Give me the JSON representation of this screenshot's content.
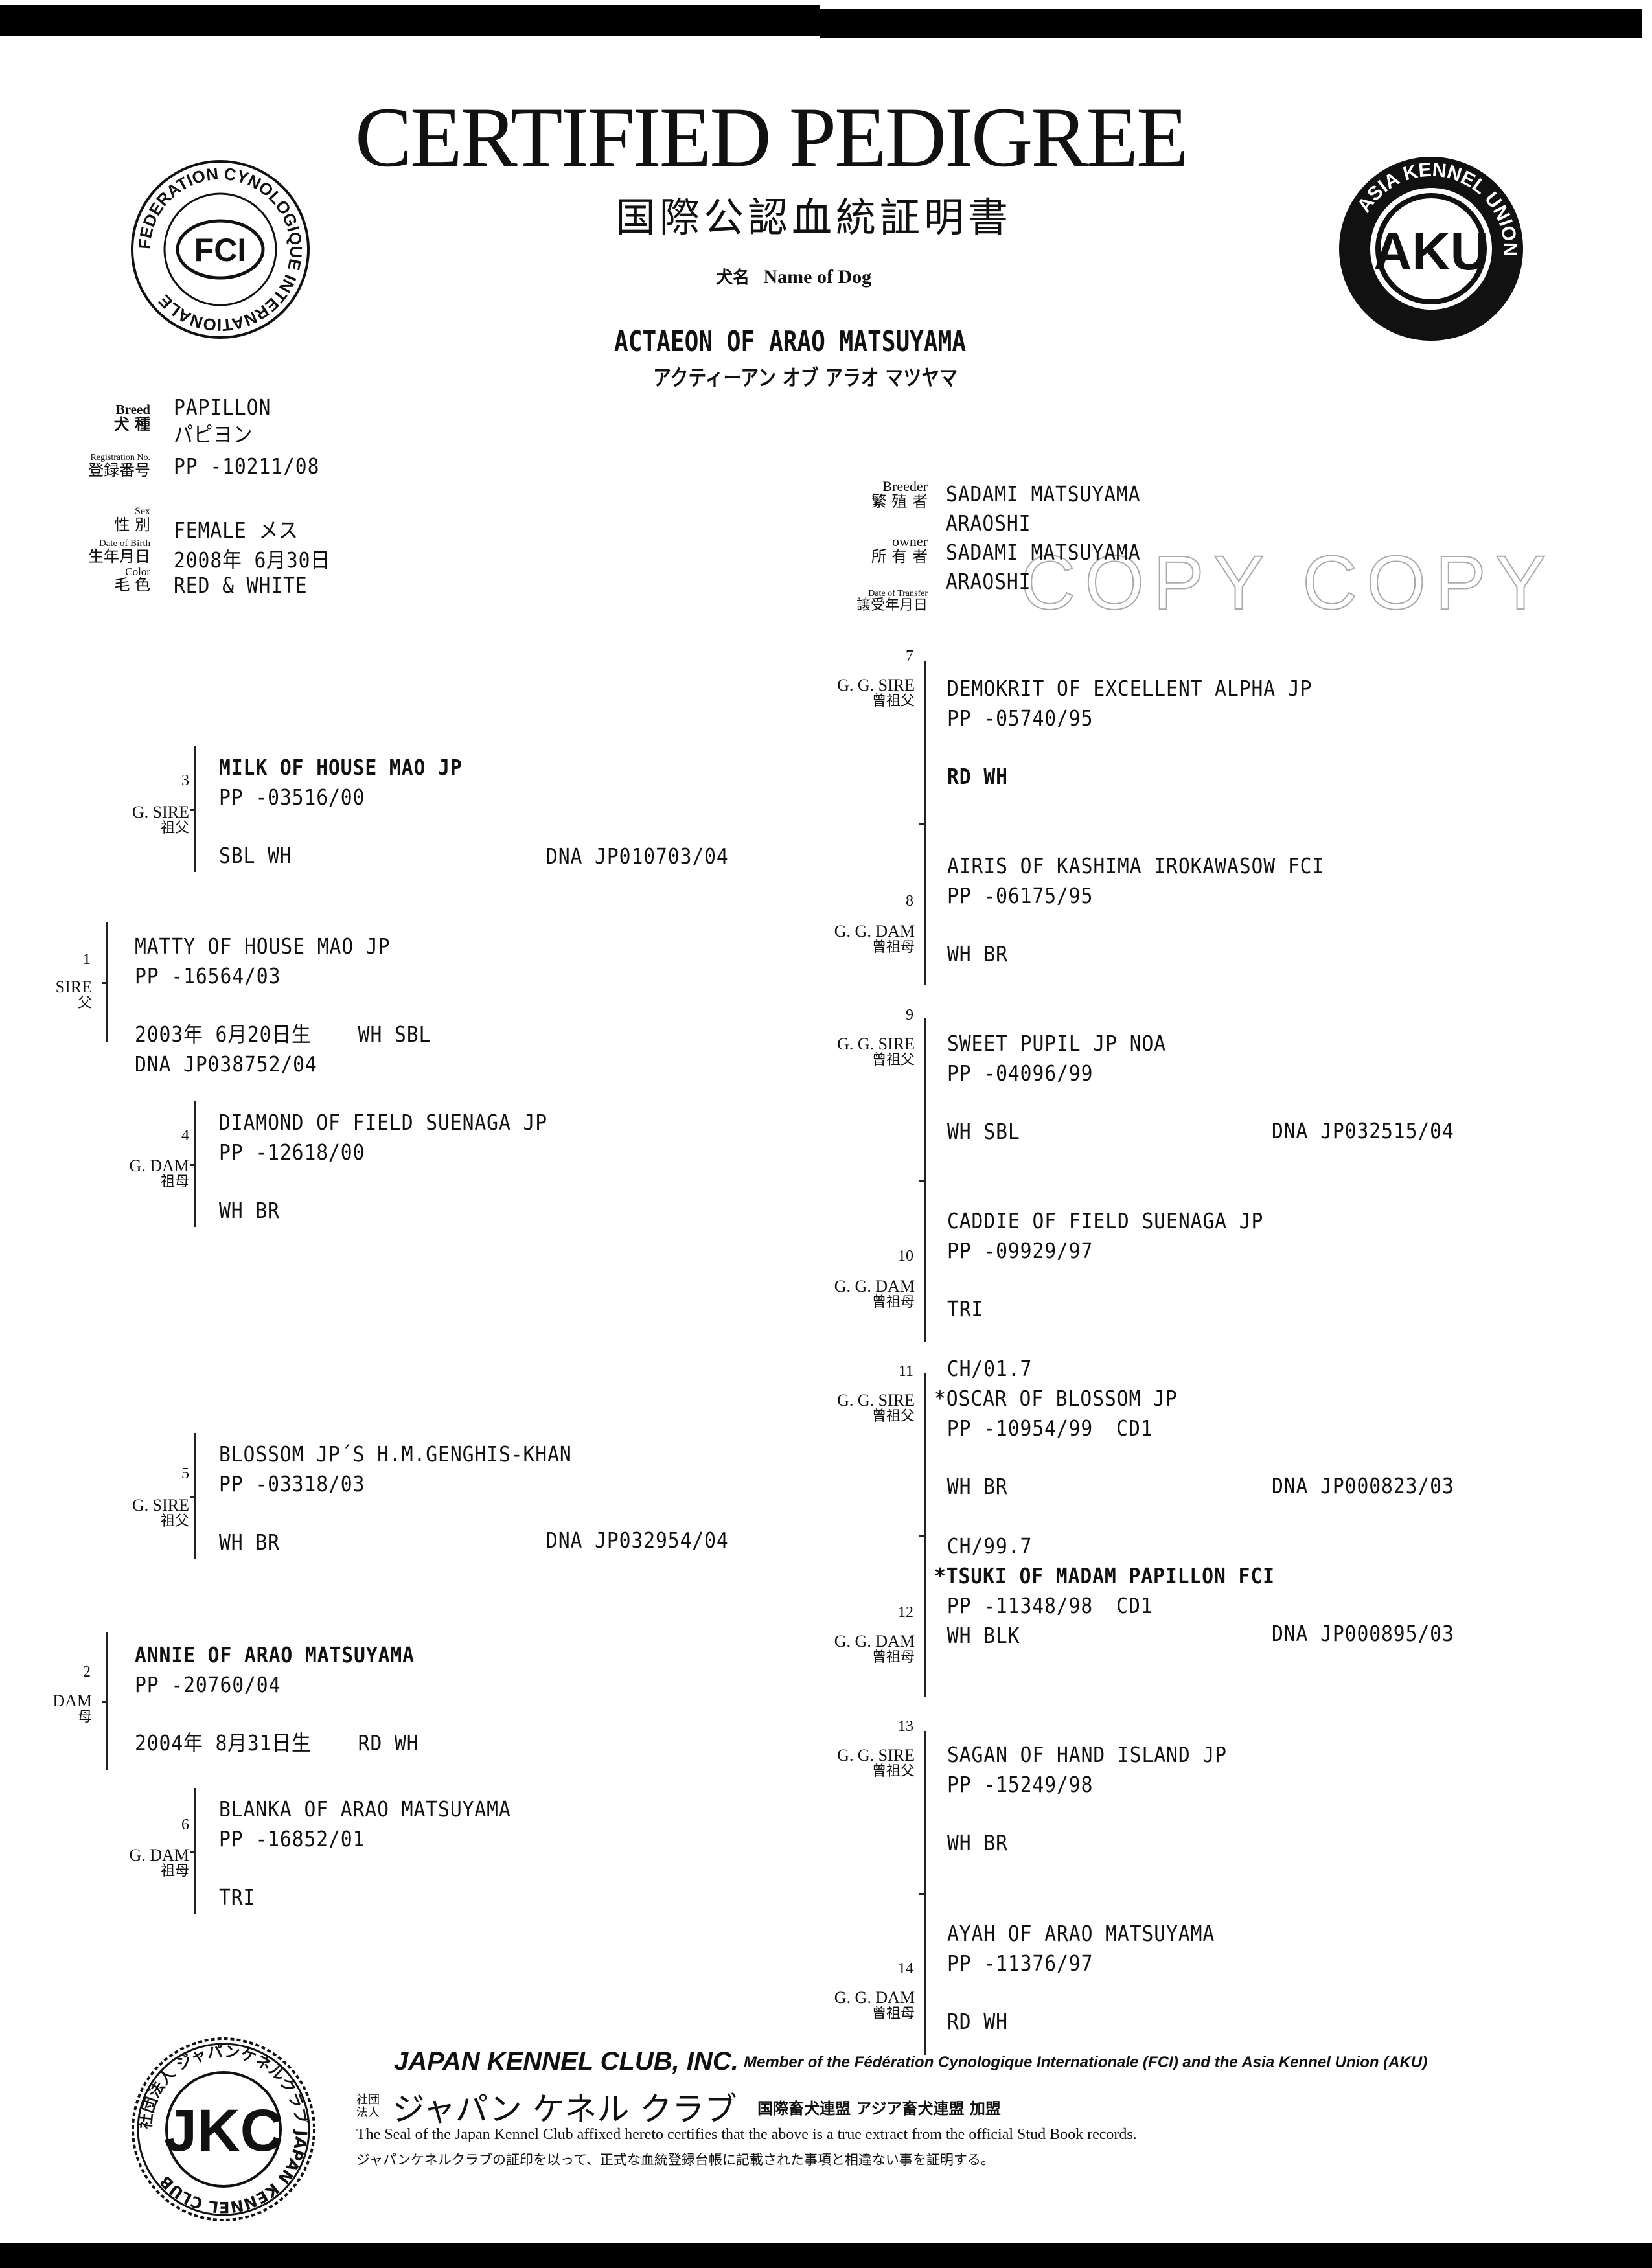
{
  "header": {
    "title": "CERTIFIED PEDIGREE",
    "title_jp": "国際公認血統証明書",
    "name_label_jp": "犬名",
    "name_label": "Name of Dog",
    "dog_name": "ACTAEON OF ARAO MATSUYAMA",
    "dog_name_kana": "アクティーアン オブ アラオ マツヤマ"
  },
  "seals": {
    "fci_ring": "FEDERATION CYNOLOGIQUE INTERNATIONALE",
    "fci_center": "FCI",
    "aku_ring": "ASIA KENNEL UNION",
    "aku_center": "AKU",
    "jkc_ring": "社団法人 ジャパンケネルクラブ JAPAN KENNEL CLUB",
    "jkc_center": "JKC"
  },
  "watermark": "COPY COPY",
  "details": {
    "breed_label": "Breed",
    "breed_label_jp": "犬 種",
    "breed": "PAPILLON",
    "breed_jp": "パピヨン",
    "reg_label": "Registration No.",
    "reg_label_jp": "登録番号",
    "reg": "PP -10211/08",
    "sex_label": "Sex",
    "sex_label_jp": "性 別",
    "sex": "FEMALE メス",
    "dob_label": "Date of Birth",
    "dob_label_jp": "生年月日",
    "dob": "2008年 6月30日",
    "color_label": "Color",
    "color_label_jp": "毛 色",
    "color": "RED & WHITE"
  },
  "ownership": {
    "breeder_label": "Breeder",
    "breeder_label_jp": "繁 殖 者",
    "breeder": "SADAMI MATSUYAMA",
    "breeder_city": "ARAOSHI",
    "owner_label": "owner",
    "owner_label_jp": "所 有 者",
    "owner": "SADAMI MATSUYAMA",
    "owner_city": "ARAOSHI",
    "transfer_label": "Date of Transfer",
    "transfer_label_jp": "譲受年月日"
  },
  "labels": {
    "sire": "SIRE",
    "sire_jp": "父",
    "dam": "DAM",
    "dam_jp": "母",
    "gsire": "G. SIRE",
    "gsire_jp": "祖父",
    "gdam": "G. DAM",
    "gdam_jp": "祖母",
    "ggsire": "G. G. SIRE",
    "ggsire_jp": "曾祖父",
    "ggdam": "G. G. DAM",
    "ggdam_jp": "曾祖母"
  },
  "pedigree": {
    "p1": {
      "num": "1",
      "name": "MATTY OF HOUSE MAO JP",
      "reg": "PP -16564/03",
      "born": "2003年 6月20日生",
      "color": "WH SBL",
      "dna": "DNA JP038752/04"
    },
    "p2": {
      "num": "2",
      "name": "ANNIE OF ARAO MATSUYAMA",
      "reg": "PP -20760/04",
      "born": "2004年 8月31日生",
      "color": "RD WH"
    },
    "p3": {
      "num": "3",
      "name": "MILK OF HOUSE MAO JP",
      "reg": "PP -03516/00",
      "color": "SBL WH",
      "dna": "DNA JP010703/04"
    },
    "p4": {
      "num": "4",
      "name": "DIAMOND OF FIELD SUENAGA JP",
      "reg": "PP -12618/00",
      "color": "WH BR"
    },
    "p5": {
      "num": "5",
      "name": "BLOSSOM JP´S H.M.GENGHIS-KHAN",
      "reg": "PP -03318/03",
      "color": "WH BR",
      "dna": "DNA JP032954/04"
    },
    "p6": {
      "num": "6",
      "name": "BLANKA OF ARAO MATSUYAMA",
      "reg": "PP -16852/01",
      "color": "TRI"
    },
    "p7": {
      "num": "7",
      "name": "DEMOKRIT OF EXCELLENT ALPHA JP",
      "reg": "PP -05740/95",
      "color": "RD WH"
    },
    "p8": {
      "num": "8",
      "name": "AIRIS OF KASHIMA IROKAWASOW FCI",
      "reg": "PP -06175/95",
      "color": "WH BR"
    },
    "p9": {
      "num": "9",
      "name": "SWEET PUPIL JP NOA",
      "reg": "PP -04096/99",
      "color": "WH SBL",
      "dna": "DNA JP032515/04"
    },
    "p10": {
      "num": "10",
      "name": "CADDIE OF FIELD SUENAGA JP",
      "reg": "PP -09929/97",
      "color": "TRI"
    },
    "p11": {
      "num": "11",
      "title": "CH/01.7",
      "name": "*OSCAR OF BLOSSOM JP",
      "reg": "PP -10954/99",
      "cd": "CD1",
      "color": "WH BR",
      "dna": "DNA JP000823/03"
    },
    "p12": {
      "num": "12",
      "title": "CH/99.7",
      "name": "*TSUKI OF MADAM PAPILLON FCI",
      "reg": "PP -11348/98",
      "cd": "CD1",
      "color": "WH BLK",
      "dna": "DNA JP000895/03"
    },
    "p13": {
      "num": "13",
      "name": "SAGAN OF HAND ISLAND JP",
      "reg": "PP -15249/98",
      "color": "WH BR"
    },
    "p14": {
      "num": "14",
      "name": "AYAH OF ARAO MATSUYAMA",
      "reg": "PP -11376/97",
      "color": "RD WH"
    }
  },
  "footer": {
    "club": "JAPAN KENNEL CLUB, INC.",
    "member": "Member of the Fédération Cynologique Internationale (FCI) and the Asia Kennel Union (AKU)",
    "club_jp_prefix": "社団法人",
    "club_jp": "ジャパン ケネル クラブ",
    "member_jp": "国際畜犬連盟 アジア畜犬連盟 加盟",
    "cert": "The Seal of the Japan Kennel Club affixed hereto certifies that the above is a true extract from the official Stud Book records.",
    "cert_jp": "ジャパンケネルクラブの証印を以って、正式な血統登録台帳に記載された事項と相違ない事を証明する。"
  }
}
